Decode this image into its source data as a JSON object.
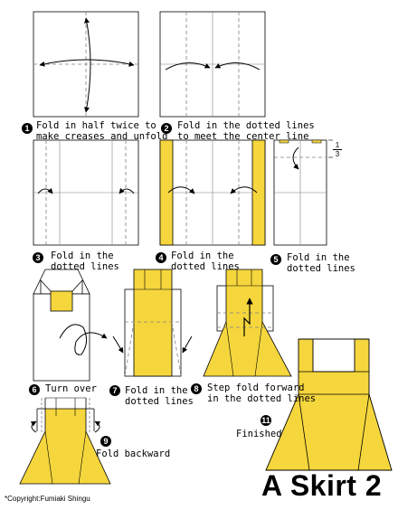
{
  "title": "A Skirt 2",
  "copyright": "*Copyright:Fumiaki Shingu",
  "fraction": {
    "num": "1",
    "den": "3"
  },
  "colors": {
    "paper": "#ffffff",
    "color_side": "#f5d63d",
    "line": "#000000",
    "crease": "#808080"
  },
  "steps": [
    {
      "number": "1",
      "text": "Fold in half twice to\nmake creases and unfold"
    },
    {
      "number": "2",
      "text": "Fold in the dotted lines\nto meet the center line"
    },
    {
      "number": "3",
      "text": "Fold in the\ndotted lines"
    },
    {
      "number": "4",
      "text": "Fold in the\ndotted lines"
    },
    {
      "number": "5",
      "text": "Fold in the\ndotted lines"
    },
    {
      "number": "6",
      "text": "Turn over"
    },
    {
      "number": "7",
      "text": "Fold in the\ndotted lines"
    },
    {
      "number": "8",
      "text": "Step fold forward\nin the dotted lines"
    },
    {
      "number": "9",
      "text": "Fold backward"
    },
    {
      "number": "11",
      "text": "Finished"
    }
  ]
}
